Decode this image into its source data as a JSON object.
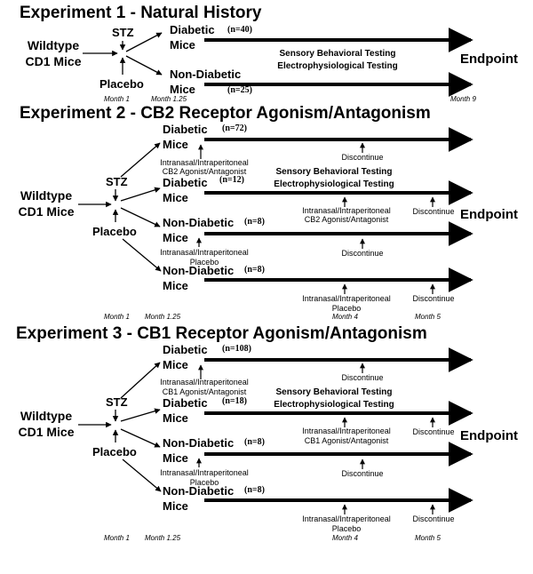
{
  "experiments": [
    {
      "title": "Experiment 1 - Natural History",
      "source": [
        "Wildtype",
        "CD1 Mice"
      ],
      "treatment": "STZ",
      "control": "Placebo",
      "groups": [
        {
          "name": [
            "Diabetic",
            "Mice"
          ],
          "n": "(n=40)"
        },
        {
          "name": [
            "Non-Diabetic",
            "Mice"
          ],
          "n": "(n=25)"
        }
      ],
      "testing": [
        "Sensory Behavioral Testing",
        "Electrophysiological Testing"
      ],
      "endpoint": "Endpoint",
      "months": [
        "Month 1",
        "Month 1.25",
        "Month 9"
      ]
    },
    {
      "title": "Experiment 2 - CB2 Receptor Agonism/Antagonism",
      "source": [
        "Wildtype",
        "CD1 Mice"
      ],
      "treatment": "STZ",
      "control": "Placebo",
      "groups": [
        {
          "name": [
            "Diabetic",
            "Mice"
          ],
          "n": "(n=72)"
        },
        {
          "name": [
            "Diabetic",
            "Mice"
          ],
          "n": "(n=12)"
        },
        {
          "name": [
            "Non-Diabetic",
            "Mice"
          ],
          "n": "(n=8)"
        },
        {
          "name": [
            "Non-Diabetic",
            "Mice"
          ],
          "n": "(n=8)"
        }
      ],
      "early_drug": [
        "Intranasal/Intraperitoneal",
        "CB2 Agonist/Antagonist"
      ],
      "early_placebo": [
        "Intranasal/Intraperitoneal",
        "Placebo"
      ],
      "late_drug": [
        "Intranasal/Intraperitoneal",
        "CB2 Agonist/Antagonist"
      ],
      "late_placebo": [
        "Intranasal/Intraperitoneal",
        "Placebo"
      ],
      "discontinue": "Discontinue",
      "testing": [
        "Sensory Behavioral Testing",
        "Electrophysiological Testing"
      ],
      "endpoint": "Endpoint",
      "months": [
        "Month 1",
        "Month 1.25",
        "Month 4",
        "Month 5"
      ]
    },
    {
      "title": "Experiment 3 - CB1 Receptor Agonism/Antagonism",
      "source": [
        "Wildtype",
        "CD1 Mice"
      ],
      "treatment": "STZ",
      "control": "Placebo",
      "groups": [
        {
          "name": [
            "Diabetic",
            "Mice"
          ],
          "n": "(n=108)"
        },
        {
          "name": [
            "Diabetic",
            "Mice"
          ],
          "n": "(n=18)"
        },
        {
          "name": [
            "Non-Diabetic",
            "Mice"
          ],
          "n": "(n=8)"
        },
        {
          "name": [
            "Non-Diabetic",
            "Mice"
          ],
          "n": "(n=8)"
        }
      ],
      "early_drug": [
        "Intranasal/Intraperitoneal",
        "CB1 Agonist/Antagonist"
      ],
      "early_placebo": [
        "Intranasal/Intraperitoneal",
        "Placebo"
      ],
      "late_drug": [
        "Intranasal/Intraperitoneal",
        "CB1 Agonist/Antagonist"
      ],
      "late_placebo": [
        "Intranasal/Intraperitoneal",
        "Placebo"
      ],
      "discontinue": "Discontinue",
      "testing": [
        "Sensory Behavioral Testing",
        "Electrophysiological Testing"
      ],
      "endpoint": "Endpoint",
      "months": [
        "Month 1",
        "Month 1.25",
        "Month 4",
        "Month 5"
      ]
    }
  ]
}
